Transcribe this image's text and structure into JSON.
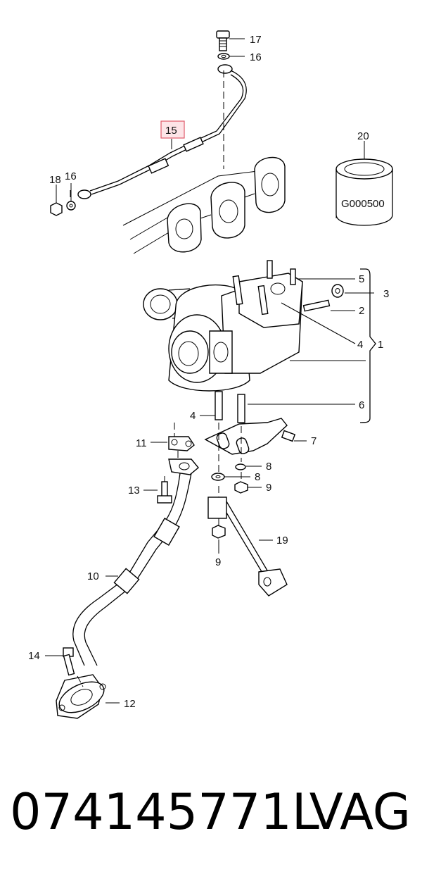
{
  "diagram": {
    "callouts": {
      "c17": "17",
      "c16a": "16",
      "c15": "15",
      "c20": "20",
      "c18": "18",
      "c16b": "16",
      "c5": "5",
      "c3": "3",
      "c2": "2",
      "c4a": "4",
      "c1": "1",
      "c6": "6",
      "c4b": "4",
      "c11": "11",
      "c7": "7",
      "c8a": "8",
      "c8b": "8",
      "c13": "13",
      "c9a": "9",
      "c19": "19",
      "c9b": "9",
      "c10": "10",
      "c14": "14",
      "c12": "12"
    },
    "filter_label": "G000500",
    "highlight_color": "#e05a6a"
  },
  "footer": {
    "part_number": "074145771L",
    "brand": "VAG"
  }
}
